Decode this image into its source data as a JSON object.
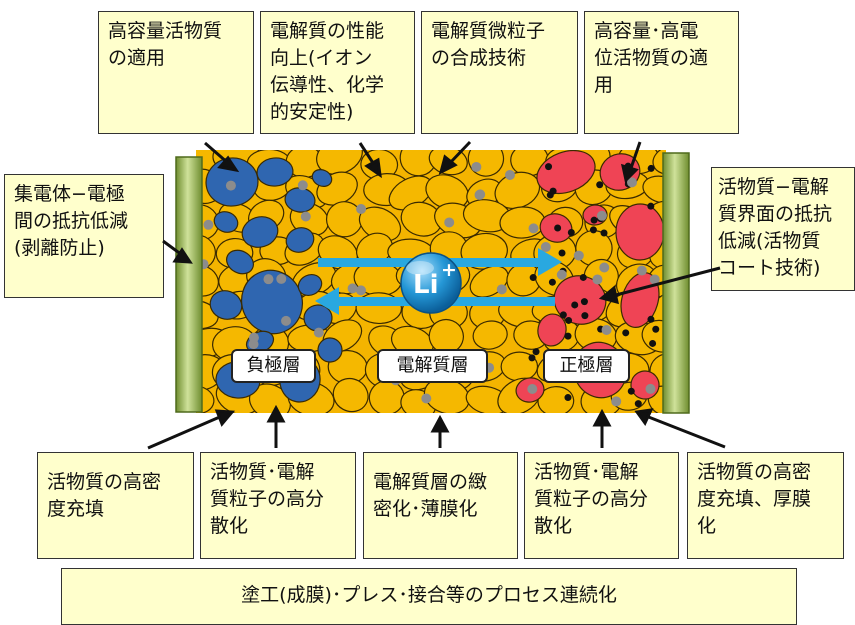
{
  "callouts": {
    "top_1": "高容量活物質\nの適用",
    "top_2": "電解質の性能\n向上(イオン\n伝導性、化学\n的安定性)",
    "top_3": "電解質微粒子\nの合成技術",
    "top_4": "高容量･高電\n位活物質の適\n用",
    "left": "集電体−電極\n間の抵抗低減\n(剥離防止)",
    "right": "活物質−電解\n質界面の抵抗\n低減(活物質\nコート技術)",
    "bottom_1": "活物質の高密\n度充填",
    "bottom_2": "活物質･電解\n質粒子の高分\n散化",
    "bottom_3": "電解質層の緻\n密化･薄膜化",
    "bottom_4": "活物質･電解\n質粒子の高分\n散化",
    "bottom_5": "活物質の高密\n度充填、厚膜\n化"
  },
  "layers": {
    "negative": "負極層",
    "electrolyte": "電解質層",
    "positive": "正極層"
  },
  "ion": {
    "symbol": "Li",
    "charge": "+"
  },
  "process_banner": "塗工(成膜)･プレス･接合等のプロセス連続化",
  "colors": {
    "negative_particle": "#2f66b0",
    "electrolyte_particle": "#f5b800",
    "positive_particle": "#ef4455",
    "collector": "#8fad4a",
    "arrow": "#29a8e0",
    "callout_fill": "#ffffcc"
  }
}
